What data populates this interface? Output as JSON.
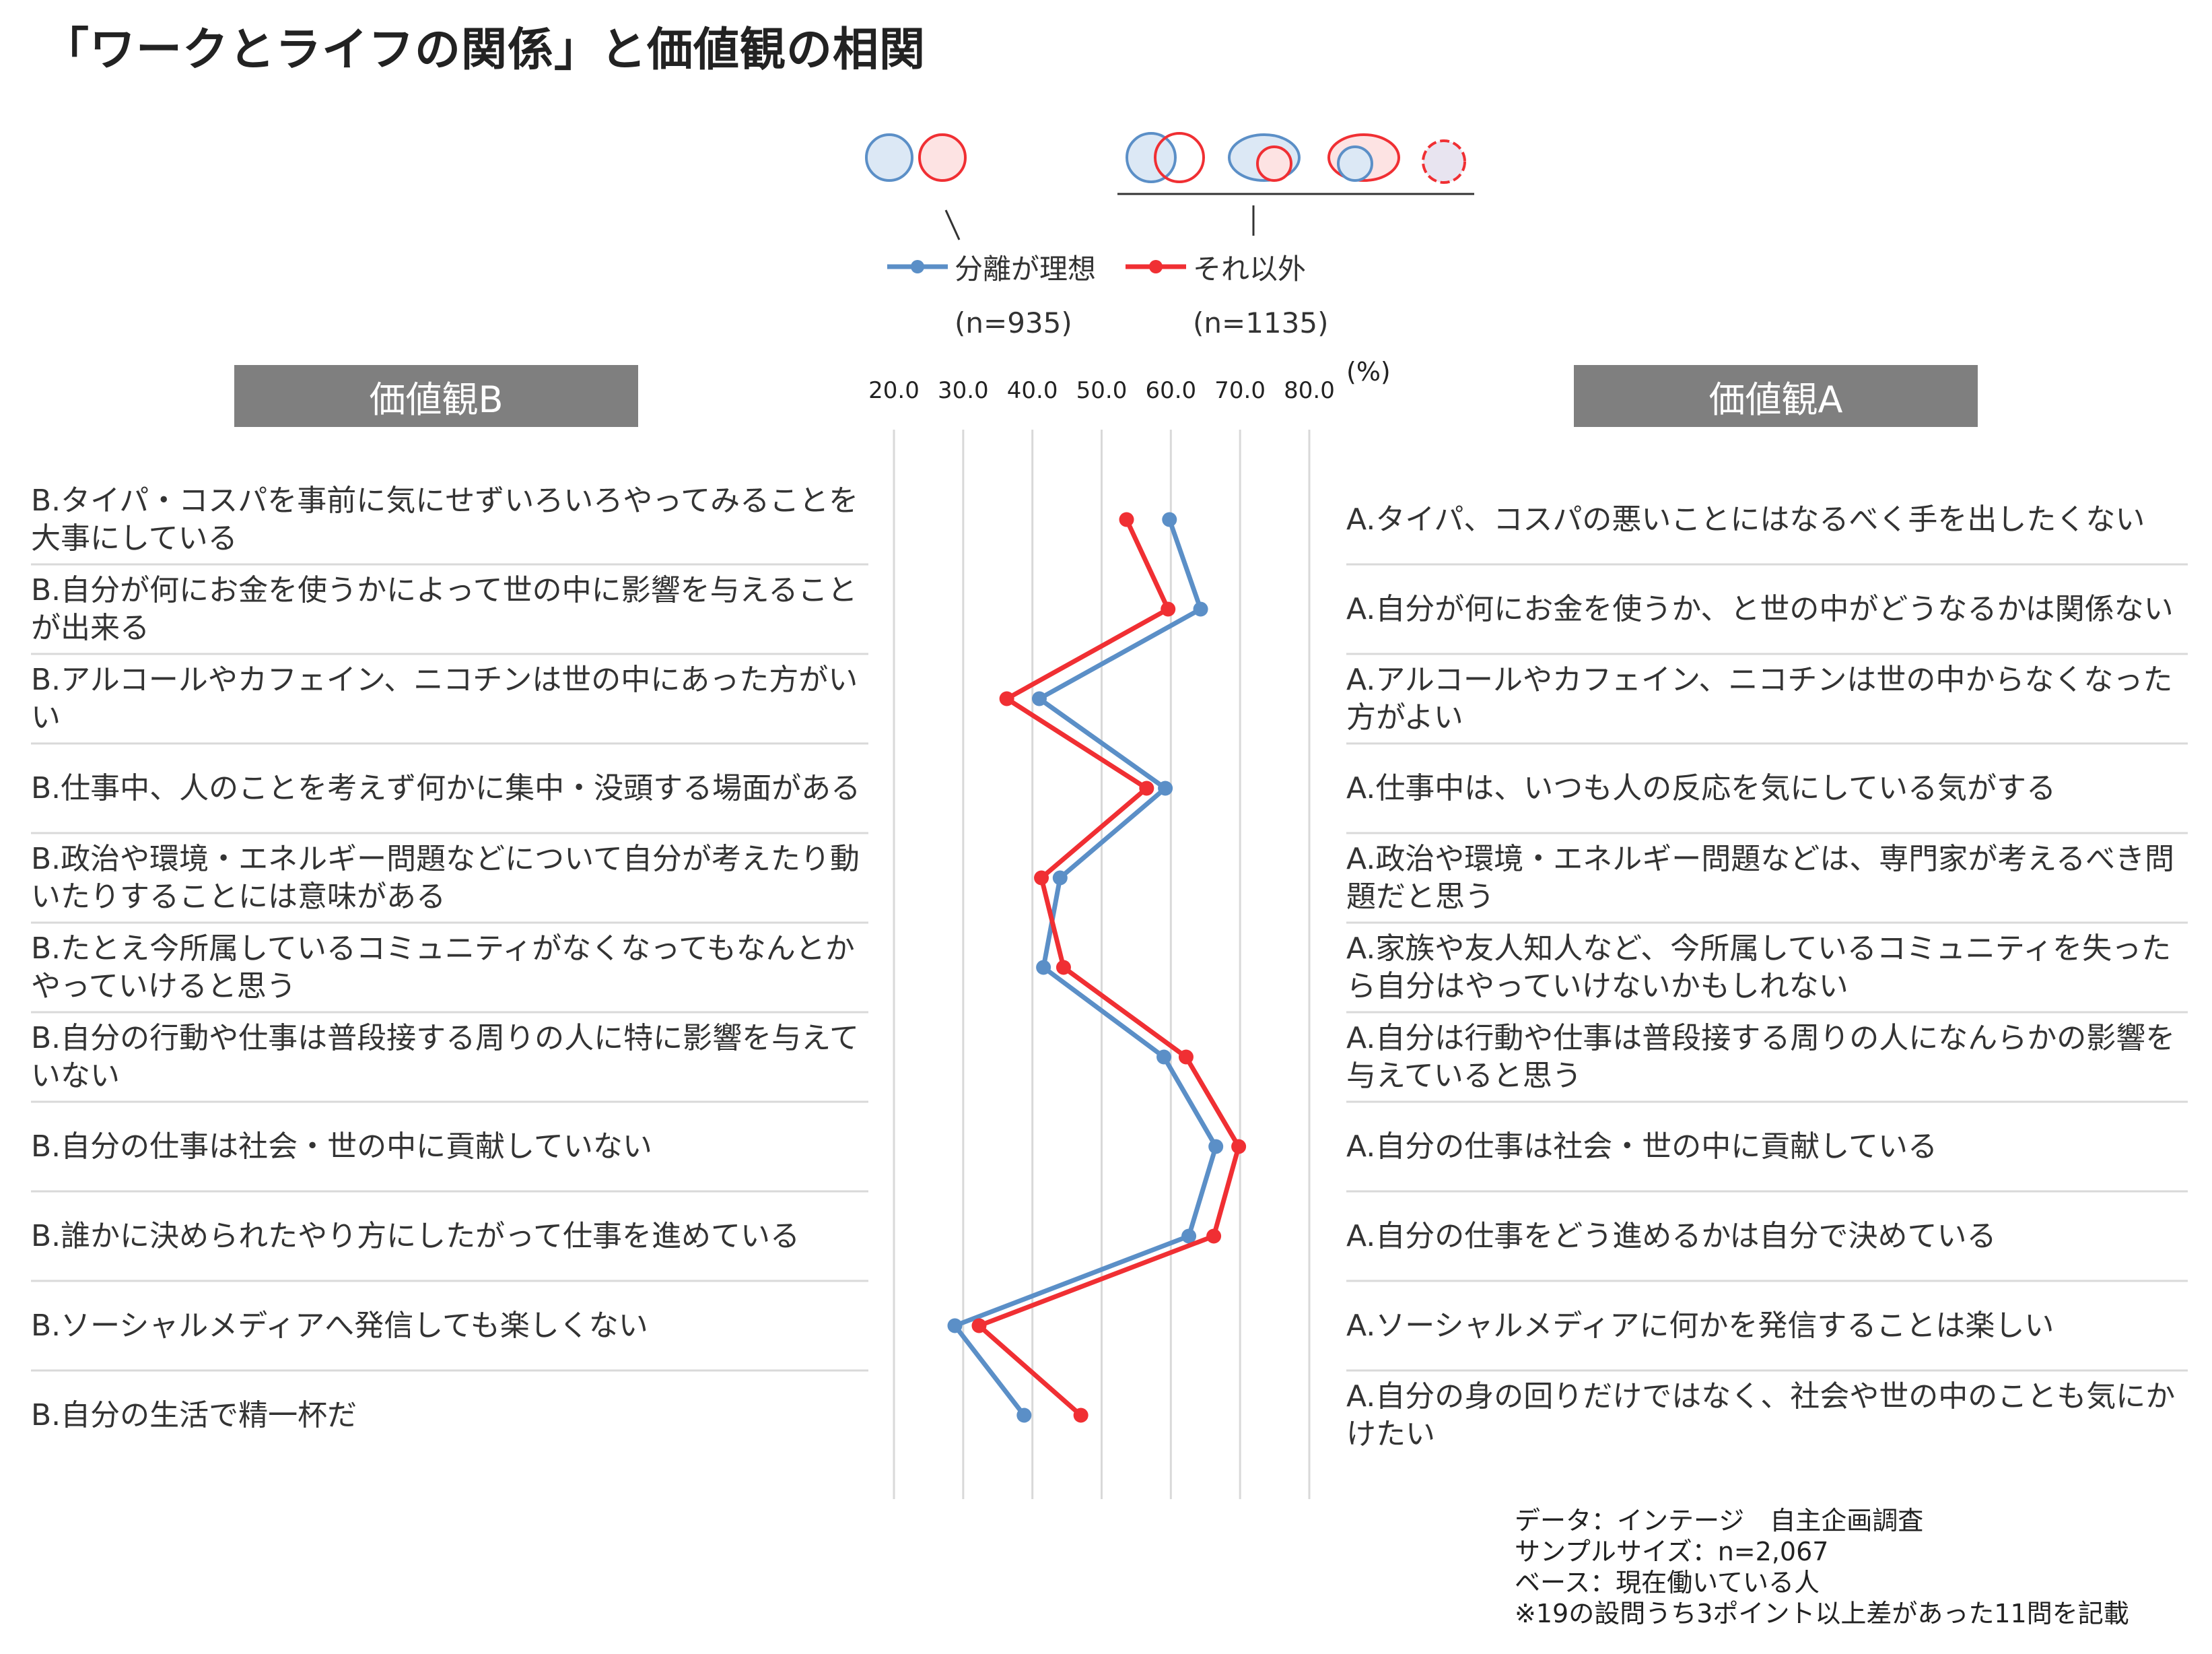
{
  "title": "「ワークとライフの関係」と価値観の相関",
  "legend": {
    "series1_name": "分離が理想",
    "series1_n": "(n=935)",
    "series2_name": "それ以外",
    "series2_n": "(n=1135)"
  },
  "header_b": "価値観B",
  "header_a": "価値観A",
  "unit": "(%)",
  "colors": {
    "series1": "#5b8fc7",
    "series2": "#f02f33",
    "grid": "#d9d9d9",
    "header_bg": "#7f7f7f"
  },
  "chart_data": {
    "type": "line",
    "xlim": [
      20,
      80
    ],
    "xticks": [
      "20.0",
      "30.0",
      "40.0",
      "50.0",
      "60.0",
      "70.0",
      "80.0"
    ],
    "grid": true,
    "categories_b": [
      "B.タイパ・コスパを事前に気にせずいろいろやってみることを大事にしている",
      "B.自分が何にお金を使うかによって世の中に影響を与えることが出来る",
      "B.アルコールやカフェイン、ニコチンは世の中にあった方がいい",
      "B.仕事中、人のことを考えず何かに集中・没頭する場面がある",
      "B.政治や環境・エネルギー問題などについて自分が考えたり動いたりすることには意味がある",
      "B.たとえ今所属しているコミュニティがなくなってもなんとかやっていけると思う",
      "B.自分の行動や仕事は普段接する周りの人に特に影響を与えていない",
      "B.自分の仕事は社会・世の中に貢献していない",
      "B.誰かに決められたやり方にしたがって仕事を進めている",
      "B.ソーシャルメディアへ発信しても楽しくない",
      "B.自分の生活で精一杯だ"
    ],
    "categories_a": [
      "A.タイパ、コスパの悪いことにはなるべく手を出したくない",
      "A.自分が何にお金を使うか、と世の中がどうなるかは関係ない",
      "A.アルコールやカフェイン、ニコチンは世の中からなくなった方がよい",
      "A.仕事中は、いつも人の反応を気にしている気がする",
      "A.政治や環境・エネルギー問題などは、専門家が考えるべき問題だと思う",
      "A.家族や友人知人など、今所属しているコミュニティを失ったら自分はやっていけないかもしれない",
      "A.自分は行動や仕事は普段接する周りの人になんらかの影響を与えていると思う",
      "A.自分の仕事は社会・世の中に貢献している",
      "A.自分の仕事をどう進めるかは自分で決めている",
      "A.ソーシャルメディアに何かを発信することは楽しい",
      "A.自分の身の回りだけではなく、社会や世の中のことも気にかけたい"
    ],
    "series": [
      {
        "name": "分離が理想",
        "values": [
          59.8,
          64.3,
          41.0,
          59.2,
          44.0,
          41.6,
          59.0,
          66.5,
          62.6,
          28.8,
          38.8
        ]
      },
      {
        "name": "それ以外",
        "values": [
          53.6,
          59.6,
          36.3,
          56.5,
          41.3,
          44.5,
          62.2,
          69.8,
          66.2,
          32.3,
          47.0
        ]
      }
    ]
  },
  "notes": [
    "データ：インテージ　自主企画調査",
    "サンプルサイズ：n=2,067",
    "ベース：現在働いている人",
    "※19の設問うち3ポイント以上差があった11問を記載"
  ]
}
